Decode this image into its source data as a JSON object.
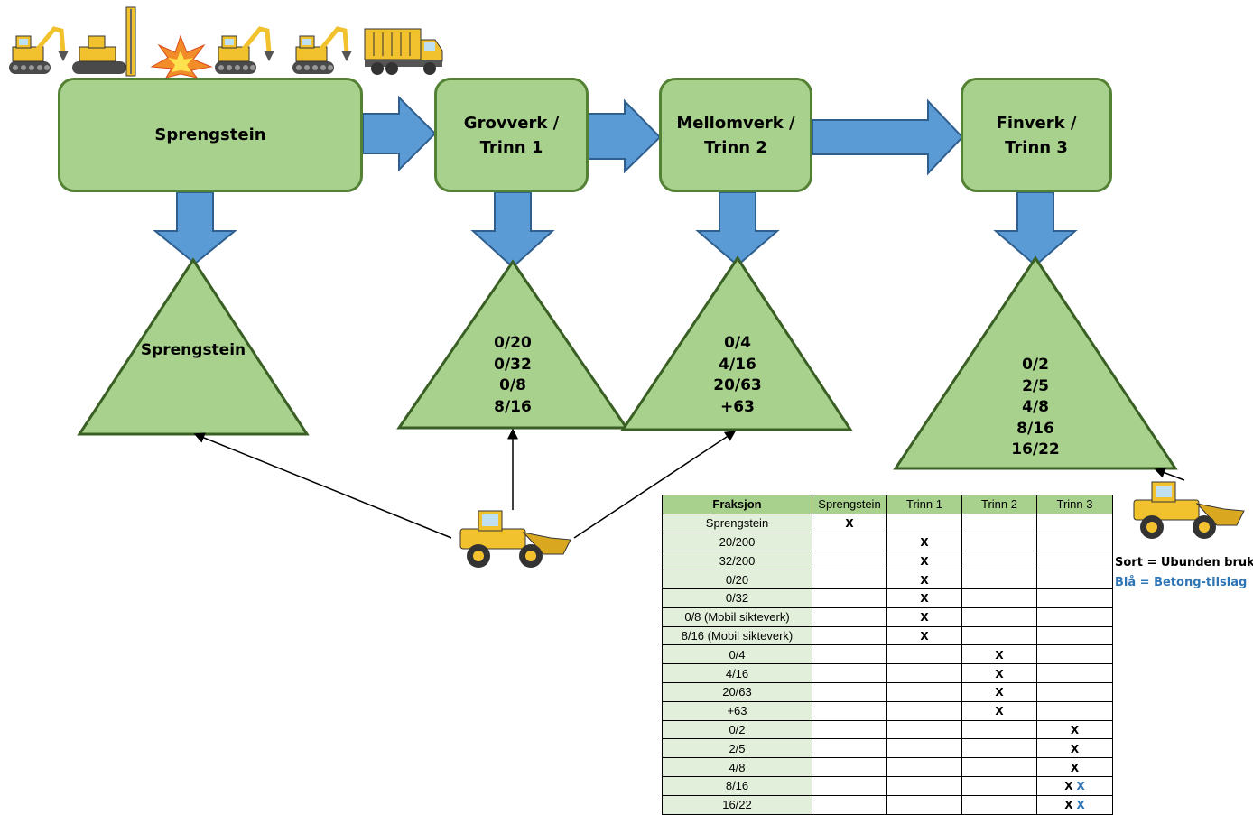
{
  "boxes": {
    "sprengstein": "Sprengstein",
    "grovverk": "Grovverk /\nTrinn 1",
    "mellomverk": "Mellomverk /\nTrinn 2",
    "finverk": "Finverk /\nTrinn 3"
  },
  "piles": {
    "sprengstein": "Sprengstein",
    "trinn1": "0/20\n0/32\n0/8\n8/16",
    "trinn2": "0/4\n4/16\n20/63\n+63",
    "trinn3": "0/2\n2/5\n4/8\n8/16\n16/22"
  },
  "table": {
    "headers": [
      "Fraksjon",
      "Sprengstein",
      "Trinn 1",
      "Trinn 2",
      "Trinn 3"
    ],
    "rows": [
      {
        "name": "Sprengstein",
        "col": 1,
        "black": "X",
        "blue": ""
      },
      {
        "name": "20/200",
        "col": 2,
        "black": "X",
        "blue": ""
      },
      {
        "name": "32/200",
        "col": 2,
        "black": "X",
        "blue": ""
      },
      {
        "name": "0/20",
        "col": 2,
        "black": "X",
        "blue": ""
      },
      {
        "name": "0/32",
        "col": 2,
        "black": "X",
        "blue": ""
      },
      {
        "name": "0/8 (Mobil sikteverk)",
        "col": 2,
        "black": "X",
        "blue": ""
      },
      {
        "name": "8/16 (Mobil sikteverk)",
        "col": 2,
        "black": "X",
        "blue": ""
      },
      {
        "name": "0/4",
        "col": 3,
        "black": "X",
        "blue": ""
      },
      {
        "name": "4/16",
        "col": 3,
        "black": "X",
        "blue": ""
      },
      {
        "name": "20/63",
        "col": 3,
        "black": "X",
        "blue": ""
      },
      {
        "name": "+63",
        "col": 3,
        "black": "X",
        "blue": ""
      },
      {
        "name": "0/2",
        "col": 4,
        "black": "X",
        "blue": ""
      },
      {
        "name": "2/5",
        "col": 4,
        "black": "X",
        "blue": ""
      },
      {
        "name": "4/8",
        "col": 4,
        "black": "X",
        "blue": ""
      },
      {
        "name": "8/16",
        "col": 4,
        "black": "X",
        "blue": "X"
      },
      {
        "name": "16/22",
        "col": 4,
        "black": "X",
        "blue": "X"
      }
    ]
  },
  "legend": {
    "black": "Sort = Ubunden bruk",
    "blue": "Blå = Betong-tilslag"
  },
  "colors": {
    "box_fill": "#a9d18e",
    "box_border": "#548235",
    "arrow_fill": "#5b9bd5",
    "arrow_border": "#2e5f8e",
    "legend_black": "#000000",
    "legend_blue": "#2e75b6",
    "machine_yellow": "#f2c12e"
  },
  "icons": [
    "excavator-icon",
    "drill-rig-icon",
    "explosion-icon",
    "hydraulic-breaker-icon",
    "excavator-icon",
    "dump-truck-icon",
    "wheel-loader-icon"
  ]
}
